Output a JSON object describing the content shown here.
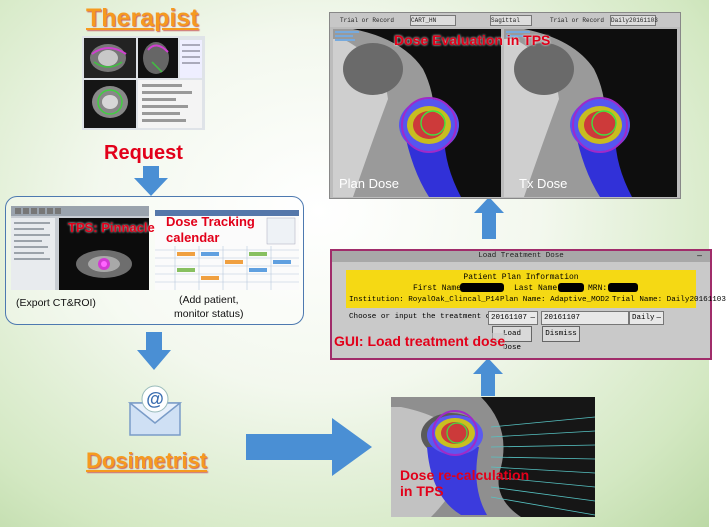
{
  "therapist": {
    "title": "Therapist"
  },
  "request": {
    "label": "Request"
  },
  "tps": {
    "label": "TPS: Pinnacle",
    "caption": "(Export CT&ROI)"
  },
  "calendar": {
    "label_line1": "Dose Tracking",
    "label_line2": "calendar",
    "caption_line1": "(Add patient,",
    "caption_line2": "monitor status)"
  },
  "dosimetrist": {
    "title": "Dosimetrist"
  },
  "recalc": {
    "label_line1": "Dose re-calculation",
    "label_line2": "in TPS"
  },
  "gui": {
    "window_title": "Load Treatment Dose",
    "close_glyph": "—",
    "info_heading": "Patient Plan Information",
    "first_name_label": "First Name:",
    "last_name_label": "Last Name:",
    "mrn_label": "MRN:",
    "institution": "Institution: RoyalOak_Clincal_P14",
    "plan_name": "Plan Name: Adaptive_MOD2",
    "trial_name": "Trial Name: Daily20161103",
    "prompt": "Choose or input the treatment date:",
    "date_dropdown": "20161107",
    "date_input": "20161107",
    "frequency": "Daily",
    "load_button": "Load Dose",
    "dismiss_button": "Dismiss",
    "label": "GUI: Load treatment dose"
  },
  "eval": {
    "label": "Dose Evaluation in TPS",
    "plan_dose_label": "Plan Dose",
    "tx_dose_label": "Tx Dose",
    "toolbar_left_label": "Trial or Record",
    "toolbar_left_value": "CART_HN",
    "toolbar_view": "Sagittal",
    "toolbar_right_label": "Trial or Record",
    "toolbar_right_value": "Daily20161103"
  },
  "colors": {
    "heading_orange": "#f59a1f",
    "label_red": "#e2001a",
    "arrow_blue": "#4a8fd4",
    "info_yellow": "#f5d914"
  }
}
